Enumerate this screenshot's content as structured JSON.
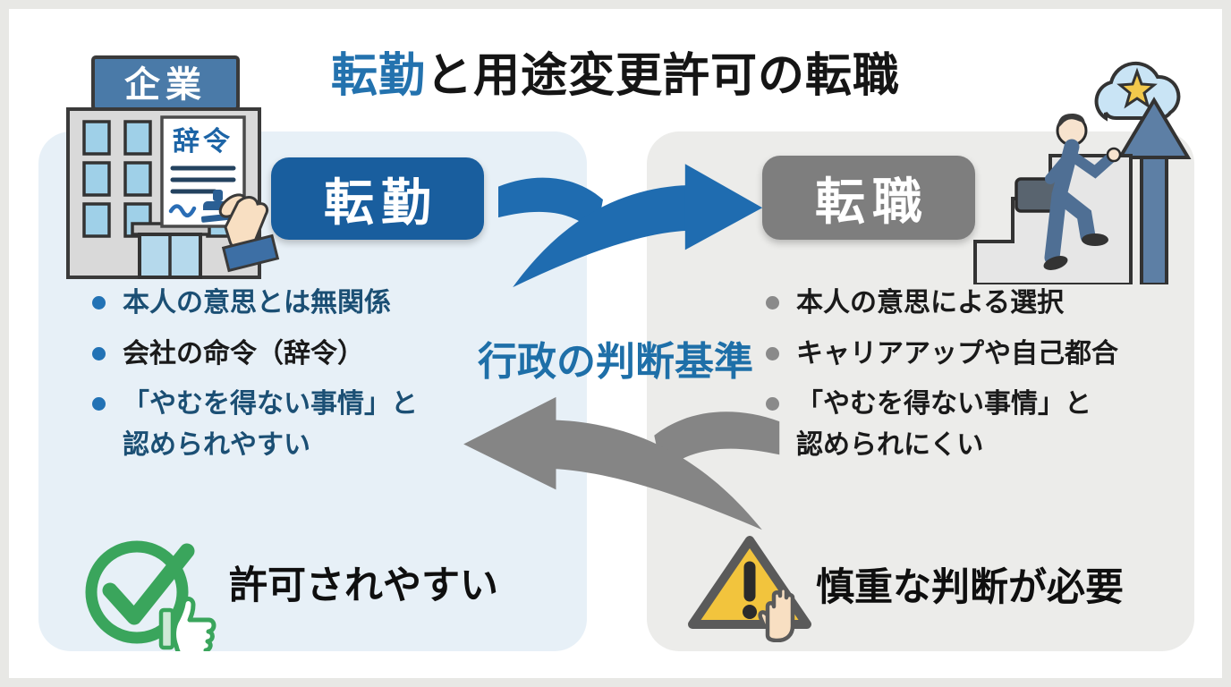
{
  "title": {
    "highlight": "転勤",
    "rest": "と用途変更許可の転職"
  },
  "center": {
    "criteria_label": "行政の判断基準"
  },
  "left_panel": {
    "badge_label": "転勤",
    "building_sign": "企業",
    "document_title": "辞令",
    "bullets": [
      "本人の意思とは無関係",
      "会社の命令（辞令）",
      "「やむを得ない事情」と\n認められやすい"
    ],
    "verdict": "許可されやすい"
  },
  "right_panel": {
    "badge_label": "転職",
    "bullets": [
      "本人の意思による選択",
      "キャリアアップや自己都合",
      "「やむを得ない事情」と\n認められにくい"
    ],
    "verdict": "慎重な判断が必要"
  },
  "colors": {
    "accent_blue": "#2372ae",
    "badge_blue": "#195e9e",
    "badge_gray": "#7e7e7e",
    "arrow_blue": "#1f6cb0",
    "arrow_gray": "#858585",
    "navy_text": "#1b4f74",
    "success_green": "#3aa55c",
    "warning_yellow": "#f2c43d",
    "panel_left_bg": "#e7f0f7",
    "panel_right_bg": "#ececea"
  }
}
